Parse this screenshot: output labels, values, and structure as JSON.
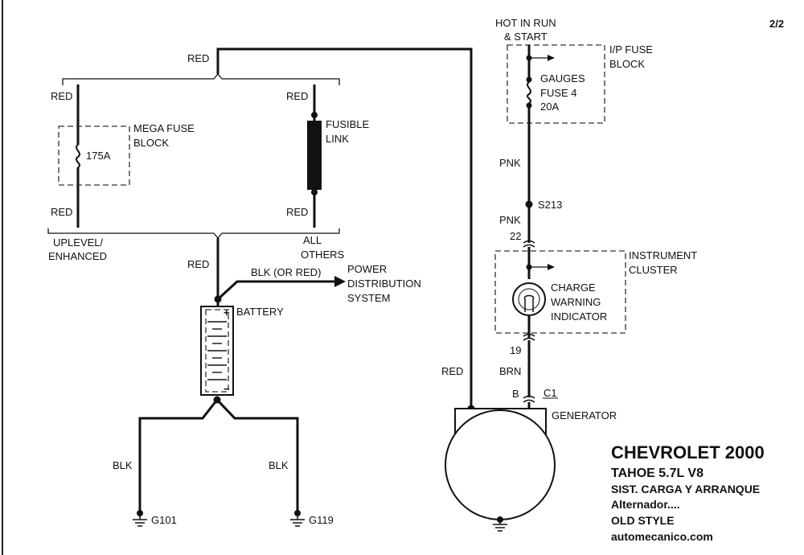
{
  "page_number": "2/2",
  "labels": {
    "red_top": "RED",
    "red_left_top": "RED",
    "red_left_bottom": "RED",
    "red_right_top": "RED",
    "red_right_bottom": "RED",
    "red_mid": "RED",
    "red_generator": "RED",
    "mega_fuse_line1": "MEGA FUSE",
    "mega_fuse_line2": "BLOCK",
    "mega_fuse_rating": "175A",
    "fusible_line1": "FUSIBLE",
    "fusible_line2": "LINK",
    "uplevel_line1": "UPLEVEL/",
    "uplevel_line2": "ENHANCED",
    "all_line1": "ALL",
    "all_line2": "OTHERS",
    "blk_or_red": "BLK (OR RED)",
    "power_line1": "POWER",
    "power_line2": "DISTRIBUTION",
    "power_line3": "SYSTEM",
    "battery": "BATTERY",
    "battery_plus": "+",
    "battery_minus": "−",
    "blk_left": "BLK",
    "blk_right": "BLK",
    "g101": "G101",
    "g119": "G119",
    "hot_line1": "HOT IN RUN",
    "hot_line2": "& START",
    "ip_fuse_line1": "I/P FUSE",
    "ip_fuse_line2": "BLOCK",
    "gauges_line1": "GAUGES",
    "gauges_line2": "FUSE 4",
    "gauges_line3": "20A",
    "pnk_upper": "PNK",
    "s213": "S213",
    "pnk_lower": "PNK",
    "pin_22": "22",
    "instrument_line1": "INSTRUMENT",
    "instrument_line2": "CLUSTER",
    "charge_line1": "CHARGE",
    "charge_line2": "WARNING",
    "charge_line3": "INDICATOR",
    "pin_19": "19",
    "brn": "BRN",
    "pin_b": "B",
    "c1": "C1",
    "generator": "GENERATOR"
  },
  "title_block": {
    "line1": "CHEVROLET 2000",
    "line2": "TAHOE  5.7L  V8",
    "line3": "SIST. CARGA Y ARRANQUE",
    "line4": "Alternador....",
    "line5": "OLD STYLE",
    "line6": "automecanico.com"
  }
}
